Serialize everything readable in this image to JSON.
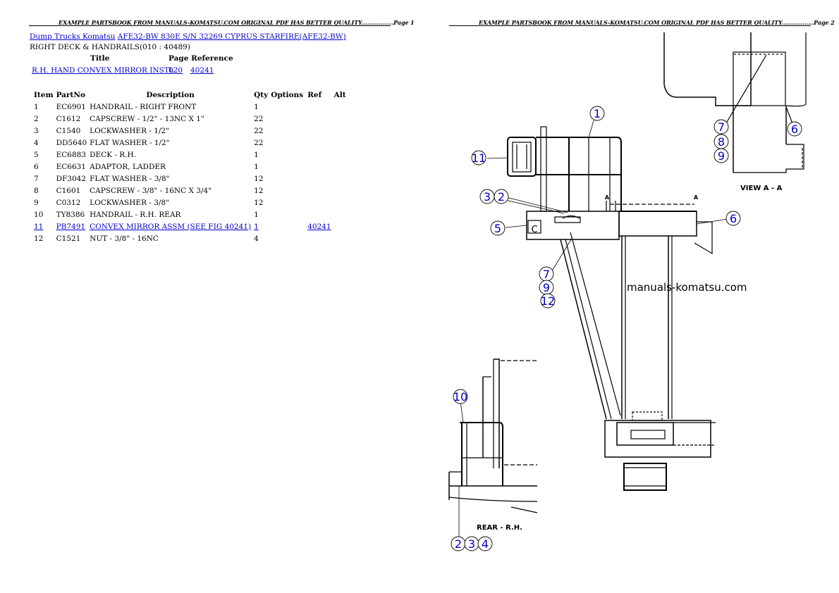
{
  "page1": {
    "header": "EXAMPLE PARTSBOOK FROM MANUALS-KOMATSU.COM ORIGINAL PDF HAS BETTER QUALITY.................Page 1",
    "breadcrumb": {
      "link1": "Dump Trucks Komatsu",
      "link2": "AFE32-BW 830E S/N  32269 CYPRUS STARFIRE(AFE32-BW)"
    },
    "section": "RIGHT DECK & HANDRAILS(010 : 40489)",
    "refs_header": {
      "title": "Title",
      "page_ref": "Page Reference"
    },
    "refs": [
      {
        "title": "R.H. HAND CONVEX MIRROR INSTL",
        "page": "020",
        "ref": "40241"
      }
    ],
    "columns": [
      "Item",
      "PartNo",
      "Description",
      "Qty",
      "Options",
      "Ref",
      "Alt"
    ],
    "rows": [
      {
        "item": "1",
        "part": "EC6901",
        "desc": "HANDRAIL - RIGHT FRONT",
        "qty": "1",
        "ref": ""
      },
      {
        "item": "2",
        "part": "C1612",
        "desc": "CAPSCREW - 1/2\" - 13NC X 1\"",
        "qty": "22",
        "ref": ""
      },
      {
        "item": "3",
        "part": "C1540",
        "desc": "LOCKWASHER - 1/2\"",
        "qty": "22",
        "ref": ""
      },
      {
        "item": "4",
        "part": "DD5640",
        "desc": "FLAT WASHER - 1/2\"",
        "qty": "22",
        "ref": ""
      },
      {
        "item": "5",
        "part": "EC6883",
        "desc": "DECK - R.H.",
        "qty": "1",
        "ref": ""
      },
      {
        "item": "6",
        "part": "EC6631",
        "desc": "ADAPTOR, LADDER",
        "qty": "1",
        "ref": ""
      },
      {
        "item": "7",
        "part": "DF3042",
        "desc": "FLAT WASHER - 3/8\"",
        "qty": "12",
        "ref": ""
      },
      {
        "item": "8",
        "part": "C1601",
        "desc": "CAPSCREW - 3/8\" - 16NC X 3/4\"",
        "qty": "12",
        "ref": ""
      },
      {
        "item": "9",
        "part": "C0312",
        "desc": "LOCKWASHER - 3/8\"",
        "qty": "12",
        "ref": ""
      },
      {
        "item": "10",
        "part": "TY8386",
        "desc": "HANDRAIL - R.H. REAR",
        "qty": "1",
        "ref": ""
      },
      {
        "item": "11",
        "part": "PB7491",
        "desc": "CONVEX MIRROR ASSM (SEE FIG 40241)",
        "qty": "1",
        "ref": "40241",
        "linked": true
      },
      {
        "item": "12",
        "part": "C1521",
        "desc": "NUT - 3/8\" - 16NC",
        "qty": "4",
        "ref": ""
      }
    ]
  },
  "page2": {
    "header": "EXAMPLE PARTSBOOK FROM MANUALS-KOMATSU.COM ORIGINAL PDF HAS BETTER QUALITY.................Page 2",
    "watermark": "manuals-komatsu.com",
    "labels": {
      "view_aa": "VIEW A - A",
      "rear_rh": "REAR - R.H.",
      "section_a": "A"
    },
    "callouts": {
      "c1": "1",
      "c11": "11",
      "c3a": "3",
      "c2a": "2",
      "c5": "5",
      "c6a": "6",
      "c7a": "7",
      "c9a": "9",
      "c12": "12",
      "c7b": "7",
      "c8": "8",
      "c9b": "9",
      "c6b": "6",
      "c10": "10",
      "c2b": "2",
      "c3b": "3",
      "c4": "4"
    },
    "drawing_letter": "C"
  }
}
